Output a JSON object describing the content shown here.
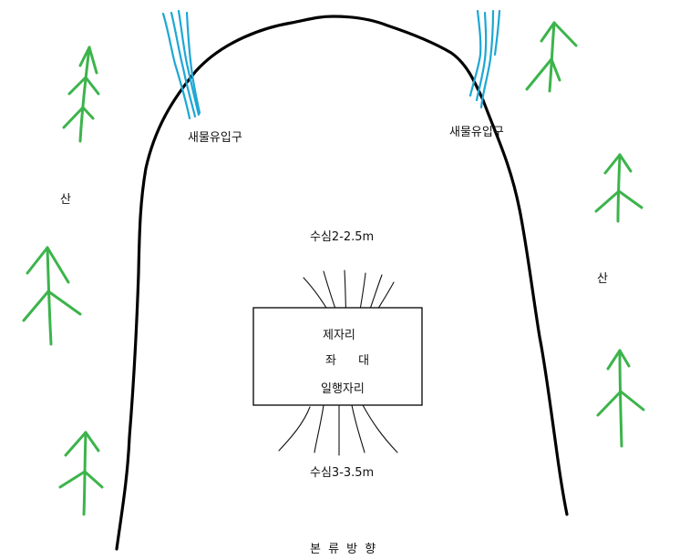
{
  "labels": {
    "inlet_left": "새물유입구",
    "inlet_right": "새물유입구",
    "mountain_left": "산",
    "mountain_right": "산",
    "depth_top": "수심2-2.5m",
    "depth_bottom": "수심3-3.5m",
    "box_line1": "제자리",
    "box_line2": "좌 대",
    "box_line3": "일행자리",
    "flow_direction": "본 류 방 향"
  },
  "colors": {
    "outline": "#000000",
    "tree": "#3cb44b",
    "water": "#1ea7d4",
    "text": "#111111"
  },
  "icons": [
    "tree-icon",
    "water-stream-icon"
  ]
}
